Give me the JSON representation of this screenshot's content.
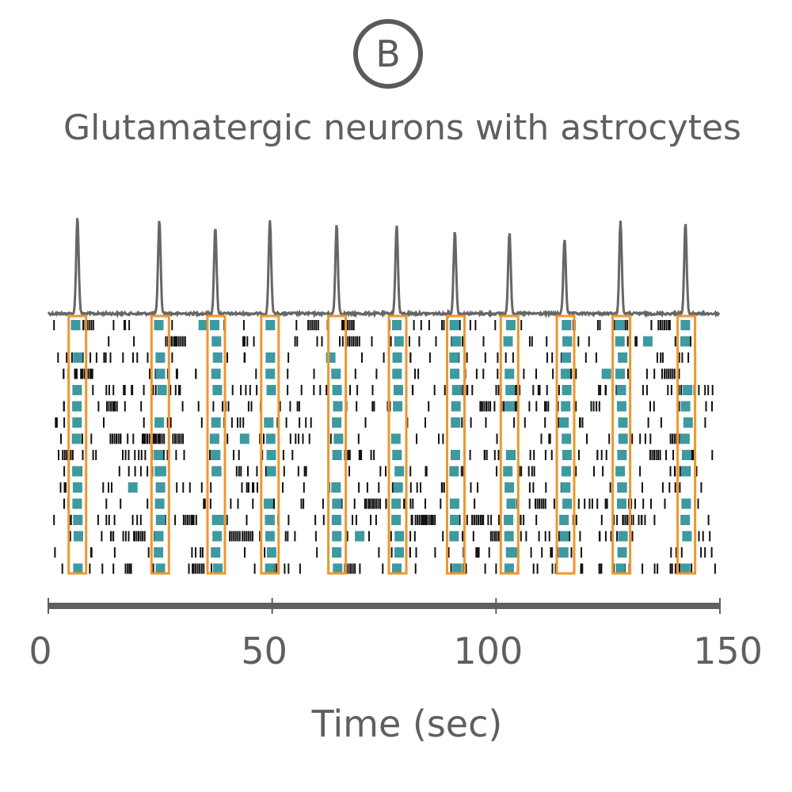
{
  "panel_label": "B",
  "chart_data": {
    "type": "raster",
    "title": "Glutamatergic neurons with astrocytes",
    "xlabel": "Time (sec)",
    "xlim": [
      0,
      150
    ],
    "xticks": [
      0,
      50,
      100,
      150
    ],
    "n_neurons": 16,
    "burst_times": [
      6.5,
      25,
      37.5,
      49.5,
      64.5,
      78,
      91,
      103,
      115.5,
      128,
      142.5
    ],
    "population_trace": {
      "baseline": 0,
      "peaks": [
        {
          "t": 6.5,
          "height": 1.0
        },
        {
          "t": 24.8,
          "height": 0.98
        },
        {
          "t": 37.3,
          "height": 0.9
        },
        {
          "t": 49.5,
          "height": 0.97
        },
        {
          "t": 64.4,
          "height": 0.93
        },
        {
          "t": 77.8,
          "height": 0.92
        },
        {
          "t": 90.8,
          "height": 0.86
        },
        {
          "t": 103,
          "height": 0.85
        },
        {
          "t": 115.3,
          "height": 0.78
        },
        {
          "t": 127.8,
          "height": 0.96
        },
        {
          "t": 142.3,
          "height": 0.93
        }
      ]
    },
    "colors": {
      "trace": "#666666",
      "spike": "#111111",
      "astrocyte": "#3d9aa0",
      "burst_box": "#f0962d",
      "axis": "#5f5f5f"
    },
    "grid": false,
    "legend": "none"
  }
}
